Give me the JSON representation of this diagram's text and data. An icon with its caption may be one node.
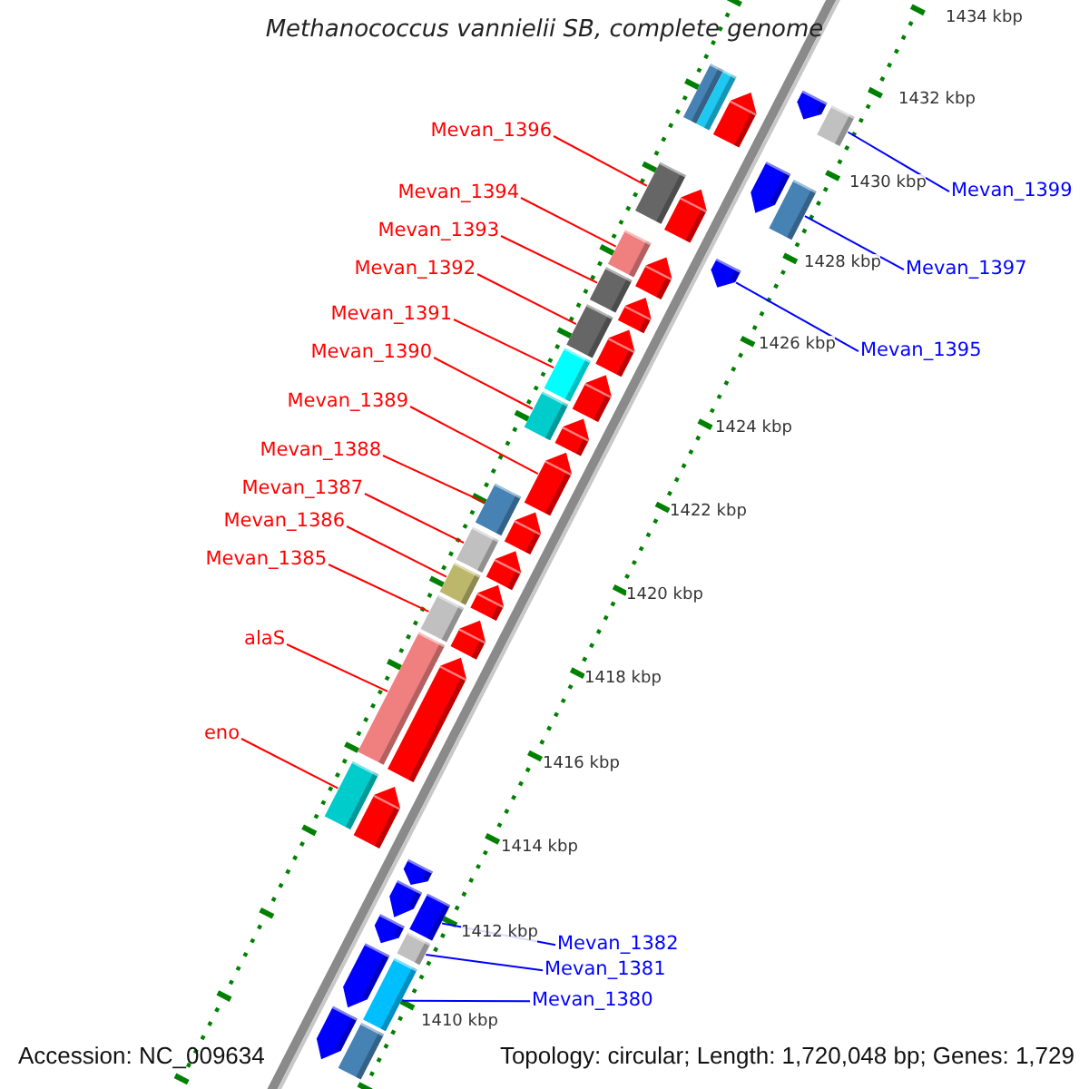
{
  "diagram": {
    "title": "Methanococcus vannielii SB, complete genome",
    "nodes": [
      {
        "text": [
          "Mevan_1396"
        ]
      },
      {
        "text": [
          "Mevan_1394"
        ]
      },
      {
        "text": [
          "Mevan_1393"
        ]
      },
      {
        "text": [
          "Mevan_1392"
        ]
      },
      {
        "text": [
          "Mevan_1391"
        ]
      },
      {
        "text": [
          "Mevan_1390"
        ]
      },
      {
        "text": [
          "Mevan_1389"
        ]
      },
      {
        "text": [
          "Mevan_1388"
        ]
      },
      {
        "text": [
          "Mevan_1387"
        ]
      },
      {
        "text": [
          "Mevan_1386"
        ]
      },
      {
        "text": [
          "Mevan_1385"
        ]
      },
      {
        "text": [
          "alaS"
        ]
      },
      {
        "text": [
          "eno"
        ]
      },
      {
        "text": [
          "Mevan_1399"
        ]
      },
      {
        "text": [
          "Mevan_1397"
        ]
      },
      {
        "text": [
          "Mevan_1395"
        ]
      },
      {
        "text": [
          "Mevan_1382"
        ]
      },
      {
        "text": [
          "Mevan_1381"
        ]
      },
      {
        "text": [
          "Mevan_1380"
        ]
      },
      {
        "text": [],
        "shape": "box"
      },
      {
        "text": [],
        "shape": "box"
      },
      {
        "text": [],
        "shape": "box"
      },
      {
        "text": [],
        "shape": "box"
      },
      {
        "text": [],
        "shape": "box"
      },
      {
        "text": [],
        "shape": "box"
      },
      {
        "text": [],
        "shape": "pentagon"
      },
      {
        "text": [],
        "shape": "box"
      },
      {
        "text": [],
        "shape": "box"
      },
      {
        "text": [],
        "shape": "box"
      },
      {
        "text": [],
        "shape": "box"
      },
      {
        "text": [],
        "shape": "box"
      },
      {
        "text": [],
        "shape": "box"
      },
      {
        "text": [],
        "shape": "box"
      },
      {
        "text": [],
        "shape": "box"
      },
      {
        "text": [],
        "shape": "pentagon"
      },
      {
        "text": [],
        "shape": "box"
      },
      {
        "text": [],
        "shape": "box"
      },
      {
        "text": [],
        "shape": "box"
      },
      {
        "text": [],
        "shape": "box"
      },
      {
        "text": [],
        "shape": "box"
      },
      {
        "text": [],
        "shape": "box"
      },
      {
        "text": [],
        "shape": "pentagon"
      },
      {
        "text": [],
        "shape": "pentagon"
      },
      {
        "text": [],
        "shape": "pentagon"
      },
      {
        "text": [],
        "shape": "pentagon"
      },
      {
        "text": [],
        "shape": "pentagon"
      },
      {
        "text": [],
        "shape": "pentagon"
      },
      {
        "text": [],
        "shape": "pentagon"
      },
      {
        "text": [],
        "shape": "pentagon"
      },
      {
        "text": [],
        "shape": "pentagon"
      },
      {
        "text": [],
        "shape": "pentagon"
      },
      {
        "text": [],
        "shape": "pentagon"
      },
      {
        "text": [],
        "shape": "pentagon"
      },
      {
        "text": [],
        "shape": "pentagon"
      },
      {
        "text": [],
        "shape": "pentagon"
      },
      {
        "text": [],
        "shape": "pentagon"
      },
      {
        "text": [],
        "shape": "pentagon"
      },
      {
        "text": [],
        "shape": "pentagon"
      },
      {
        "text": [],
        "shape": "pentagon"
      },
      {
        "text": [],
        "shape": "pentagon"
      },
      {
        "text": [],
        "shape": "pentagon"
      }
    ],
    "edges": [
      {
        "from": 0,
        "to": 19,
        "arrow": "none"
      },
      {
        "from": 1,
        "to": 20,
        "arrow": "none"
      },
      {
        "from": 2,
        "to": 21,
        "arrow": "none"
      },
      {
        "from": 3,
        "to": 22,
        "arrow": "none"
      },
      {
        "from": 4,
        "to": 23,
        "arrow": "none"
      },
      {
        "from": 5,
        "to": 24,
        "arrow": "none"
      },
      {
        "from": 6,
        "to": 25,
        "arrow": "none"
      },
      {
        "from": 7,
        "to": 26,
        "arrow": "none"
      },
      {
        "from": 8,
        "to": 27,
        "arrow": "none"
      },
      {
        "from": 9,
        "to": 28,
        "arrow": "none"
      },
      {
        "from": 10,
        "to": 29,
        "arrow": "none"
      },
      {
        "from": 11,
        "to": 30,
        "arrow": "none"
      },
      {
        "from": 12,
        "to": 31,
        "arrow": "none"
      },
      {
        "from": 13,
        "to": 32,
        "arrow": "none",
        "color": "#0000ff"
      },
      {
        "from": 14,
        "to": 33,
        "arrow": "none",
        "color": "#0000ff"
      },
      {
        "from": 15,
        "to": 34,
        "arrow": "none",
        "color": "#0000ff"
      },
      {
        "from": 16,
        "to": 35,
        "arrow": "none",
        "color": "#0000ff"
      },
      {
        "from": 17,
        "to": 36,
        "arrow": "none",
        "color": "#0000ff"
      },
      {
        "from": 18,
        "to": 37,
        "arrow": "none",
        "color": "#0000ff"
      }
    ],
    "labels": [
      "1434 kbp",
      "1432 kbp",
      "1430 kbp",
      "1428 kbp",
      "1426 kbp",
      "1424 kbp",
      "1422 kbp",
      "1420 kbp",
      "1418 kbp",
      "1416 kbp",
      "1414 kbp",
      "1412 kbp",
      "1410 kbp",
      "Accession: NC_009634",
      "Topology: circular; Length: 1,720,048 bp; Genes: 1,729"
    ]
  }
}
